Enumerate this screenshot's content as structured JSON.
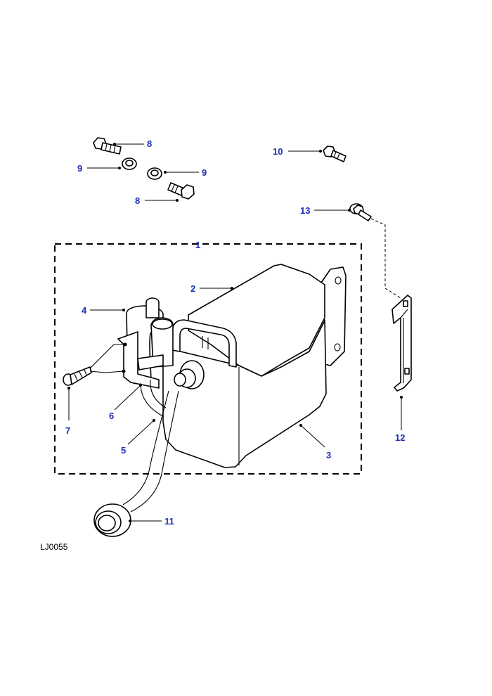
{
  "diagram": {
    "reference_code": "LJ0055",
    "label_color": "#1a2fb8",
    "callouts": {
      "c1": "1",
      "c2": "2",
      "c3": "3",
      "c4": "4",
      "c5": "5",
      "c6": "6",
      "c7": "7",
      "c8a": "8",
      "c8b": "8",
      "c9a": "9",
      "c9b": "9",
      "c10": "10",
      "c11": "11",
      "c12": "12",
      "c13": "13"
    }
  }
}
